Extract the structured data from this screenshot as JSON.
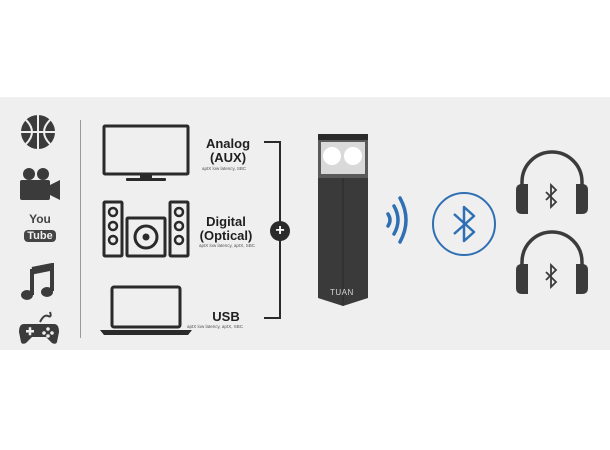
{
  "sources": {
    "analog": {
      "title_line1": "Analog",
      "title_line2": "(AUX)",
      "codecs": "aptX low latency, SBC"
    },
    "digital": {
      "title_line1": "Digital",
      "title_line2": "(Optical)",
      "codecs": "aptX low latency, aptX, SBC"
    },
    "usb": {
      "title_line1": "USB",
      "codecs": "aptX low latency, aptX, SBC"
    }
  },
  "media_icons": {
    "youtube_word1": "You",
    "youtube_word2": "Tube",
    "items": [
      "basketball-icon",
      "video-camera-icon",
      "youtube-icon",
      "music-note-icon",
      "gamepad-icon"
    ]
  },
  "device": {
    "brand_text": "TUAN"
  },
  "connector_symbol": "+",
  "colors": {
    "background_band": "#efefef",
    "device_body": "#3a3a3a",
    "bluetooth_blue": "#2f6fb3",
    "icon_dark": "#3b3b3b"
  }
}
